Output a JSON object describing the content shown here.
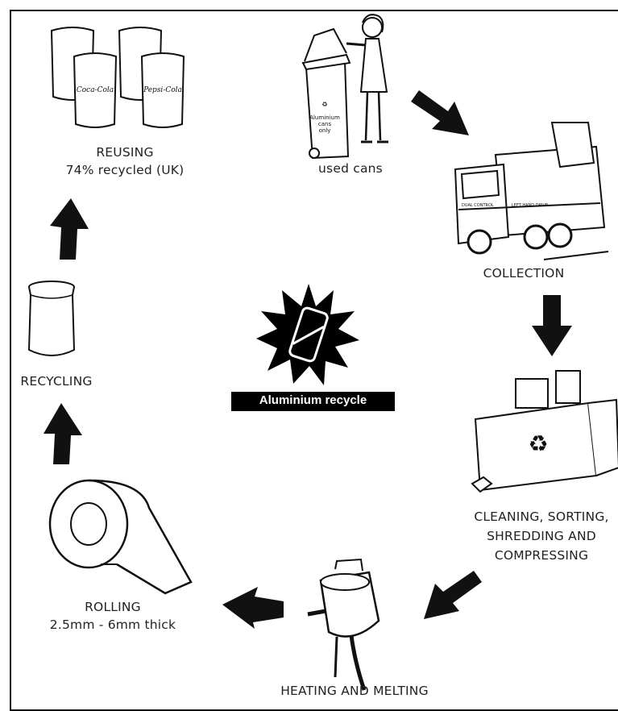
{
  "title": "Aluminium recycle",
  "stages": {
    "used_cans": {
      "label": "used cans"
    },
    "collection": {
      "label": "COLLECTION"
    },
    "cleaning": {
      "line1": "CLEANING, SORTING,",
      "line2": "SHREDDING AND",
      "line3": "COMPRESSING"
    },
    "heating": {
      "label": "HEATING AND MELTING"
    },
    "rolling": {
      "line1": "ROLLING",
      "line2": "2.5mm - 6mm thick"
    },
    "recycling": {
      "label": "RECYCLING"
    },
    "reusing": {
      "line1": "REUSING",
      "line2": "74% recycled (UK)"
    }
  },
  "illustration_text": {
    "bin_label_1": "Aluminium",
    "bin_label_2": "cans",
    "bin_label_3": "only",
    "can_brand_1": "Coca-Cola",
    "can_brand_2": "Pepsi-Cola",
    "truck_door_text": "DUAL CONTROL",
    "truck_side_text": "LEFT HAND DRIVE"
  },
  "colors": {
    "ink": "#111111",
    "background": "#ffffff",
    "title_bg": "#000000",
    "title_text": "#ffffff"
  }
}
